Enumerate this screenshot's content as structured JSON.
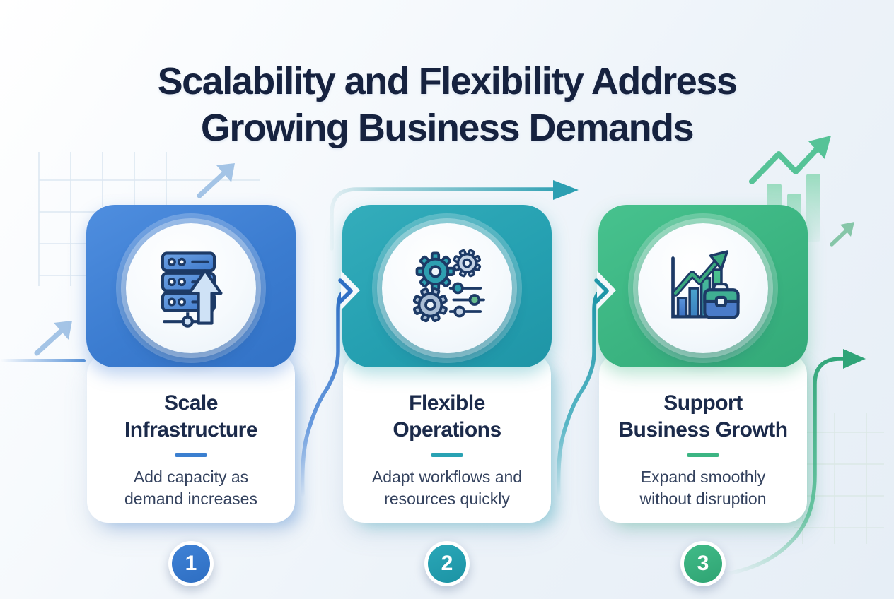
{
  "page": {
    "title_line1": "Scalability and Flexibility Address",
    "title_line2": "Growing Business Demands"
  },
  "colors": {
    "title_text": "#16223f",
    "card_title_text": "#1b2a4a",
    "card_desc_text": "#34425e",
    "accent_blue": "#3b7fd0",
    "accent_teal": "#29a2b3",
    "accent_green": "#3cb583",
    "background_tint": "#e9f1f8"
  },
  "cards": [
    {
      "number": "1",
      "icon": "server-stack-upload-icon",
      "accent": "#3b7fd0",
      "title_line1": "Scale",
      "title_line2": "Infrastructure",
      "desc_line1": "Add capacity as",
      "desc_line2": "demand increases"
    },
    {
      "number": "2",
      "icon": "gears-sliders-icon",
      "accent": "#29a2b3",
      "title_line1": "Flexible",
      "title_line2": "Operations",
      "desc_line1": "Adapt workflows and",
      "desc_line2": "resources quickly"
    },
    {
      "number": "3",
      "icon": "growth-chart-briefcase-icon",
      "accent": "#3cb583",
      "title_line1": "Support",
      "title_line2": "Business Growth",
      "desc_line1": "Expand smoothly",
      "desc_line2": "without disruption"
    }
  ],
  "decorations": {
    "items": [
      "grid-pattern-top-left",
      "grid-pattern-bottom-right",
      "trend-arrow-top-left",
      "trend-arrow-mid-left",
      "gradient-line-bottom-left",
      "zigzag-growth-arrow-top-right",
      "bar-chart-ghost-top-right",
      "trend-arrow-small-right",
      "flow-arrow-over-card-2",
      "flow-arrow-card-1-to-2",
      "flow-arrow-card-2-to-3",
      "flow-arrow-after-card-3"
    ]
  }
}
